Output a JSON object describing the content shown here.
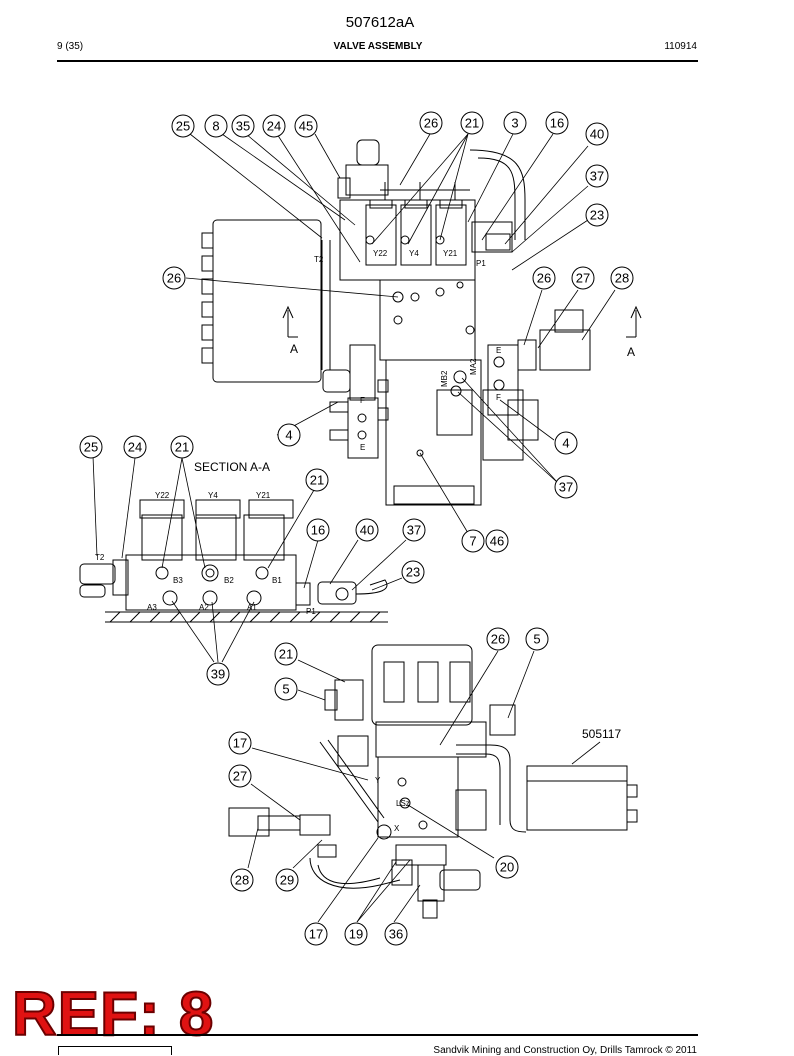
{
  "header": {
    "doc_code": "507612aA",
    "page": "9 (35)",
    "title": "VALVE ASSEMBLY",
    "date": "110914"
  },
  "footer": {
    "copyright": "Sandvik Mining and Construction Oy, Drills Tamrock © 2011"
  },
  "ref_label": "REF: 8",
  "drawing": {
    "section_title": "SECTION A-A",
    "section_marks": [
      "A",
      "A"
    ],
    "callouts_top": [
      "25",
      "8",
      "35",
      "24",
      "45",
      "26",
      "21",
      "3",
      "16",
      "40",
      "37",
      "23",
      "26",
      "26",
      "27",
      "28",
      "4",
      "4",
      "37",
      "7",
      "46"
    ],
    "callouts_section": [
      "25",
      "24",
      "21",
      "21",
      "16",
      "40",
      "37",
      "23",
      "39"
    ],
    "callouts_bottom": [
      "26",
      "5",
      "21",
      "5",
      "17",
      "27",
      "28",
      "29",
      "17",
      "19",
      "36",
      "20"
    ],
    "part_ref": "505117",
    "labels": {
      "t2": "T2",
      "y22": "Y22",
      "y4": "Y4",
      "y21": "Y21",
      "p1": "P1",
      "e": "E",
      "f": "F",
      "ma2": "MA2",
      "mb2": "MB2",
      "b3": "B3",
      "b2": "B2",
      "b1": "B1",
      "a3": "A3",
      "a2": "A2",
      "a1": "A1",
      "y": "Y",
      "lsz": "LSz",
      "x": "X"
    }
  }
}
